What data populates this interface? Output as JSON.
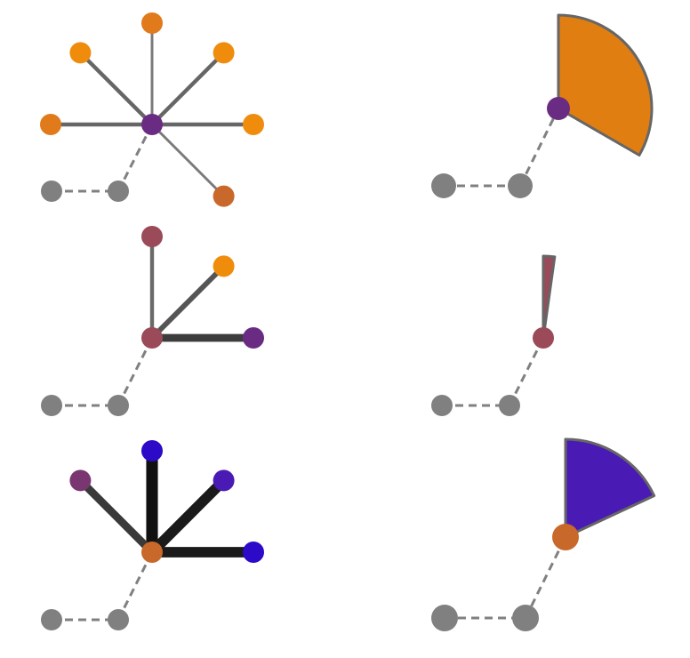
{
  "diagram": {
    "colors": {
      "chain_node": "#808080",
      "chain_link": "#808080",
      "wedge_stroke": "#666666"
    },
    "panels": [
      {
        "id": "star-1",
        "kind": "star",
        "center": {
          "color": "#6a2c82"
        },
        "spokes": [
          {
            "angle_deg": 90,
            "node_color": "#e07a1a",
            "edge_color": "#7a7a7a",
            "weight": 1
          },
          {
            "angle_deg": 45,
            "node_color": "#f08c0c",
            "edge_color": "#666666",
            "weight": 2
          },
          {
            "angle_deg": 0,
            "node_color": "#f08c0c",
            "edge_color": "#666666",
            "weight": 2
          },
          {
            "angle_deg": -45,
            "node_color": "#c8682a",
            "edge_color": "#7a7a7a",
            "weight": 1
          },
          {
            "angle_deg": 180,
            "node_color": "#e07a1a",
            "edge_color": "#666666",
            "weight": 2
          },
          {
            "angle_deg": 135,
            "node_color": "#f08c0c",
            "edge_color": "#666666",
            "weight": 2
          }
        ]
      },
      {
        "id": "wedge-1",
        "kind": "wedge",
        "center": {
          "color": "#6a2c82"
        },
        "wedge": {
          "color": "#e07e12",
          "start_angle_deg": 90,
          "end_angle_deg": -30
        }
      },
      {
        "id": "star-2",
        "kind": "star",
        "center": {
          "color": "#9a4a58"
        },
        "spokes": [
          {
            "angle_deg": 90,
            "node_color": "#9a4a58",
            "edge_color": "#6a6a6a",
            "weight": 2
          },
          {
            "angle_deg": 45,
            "node_color": "#f08c0c",
            "edge_color": "#555555",
            "weight": 3
          },
          {
            "angle_deg": 0,
            "node_color": "#6a2c82",
            "edge_color": "#3c3c3c",
            "weight": 5
          }
        ]
      },
      {
        "id": "wedge-2",
        "kind": "wedge",
        "center": {
          "color": "#9a4a58"
        },
        "wedge": {
          "color": "#9a4a58",
          "start_angle_deg": 90,
          "end_angle_deg": 82
        }
      },
      {
        "id": "star-3",
        "kind": "star",
        "center": {
          "color": "#c8682a"
        },
        "spokes": [
          {
            "angle_deg": 90,
            "node_color": "#2c0ac8",
            "edge_color": "#111111",
            "weight": 8
          },
          {
            "angle_deg": 45,
            "node_color": "#4a1ab4",
            "edge_color": "#1a1a1a",
            "weight": 7
          },
          {
            "angle_deg": 0,
            "node_color": "#2c0ac8",
            "edge_color": "#1a1a1a",
            "weight": 7
          },
          {
            "angle_deg": 135,
            "node_color": "#7a3670",
            "edge_color": "#3a3a3a",
            "weight": 5
          }
        ]
      },
      {
        "id": "wedge-3",
        "kind": "wedge",
        "center": {
          "color": "#c8682a"
        },
        "wedge": {
          "color": "#4a1ab4",
          "start_angle_deg": 90,
          "end_angle_deg": 25
        }
      }
    ]
  }
}
